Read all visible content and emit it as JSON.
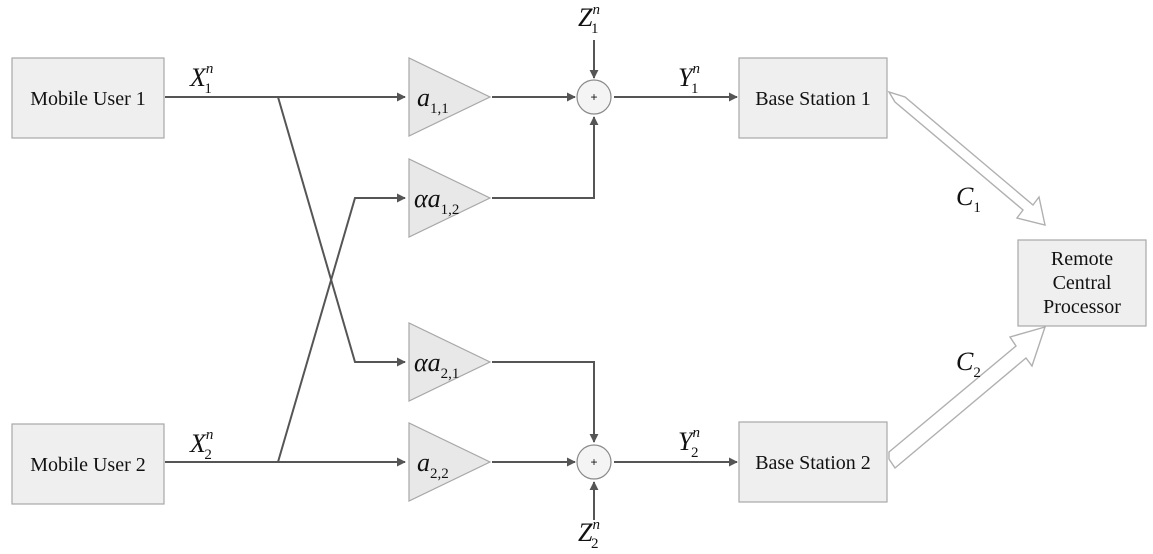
{
  "mobile_users": [
    {
      "label": "Mobile User 1"
    },
    {
      "label": "Mobile User 2"
    }
  ],
  "base_stations": [
    {
      "label": "Base Station 1"
    },
    {
      "label": "Base Station 2"
    }
  ],
  "processor": {
    "lines": [
      "Remote",
      "Central",
      "Processor"
    ]
  },
  "inputs": [
    {
      "sym": "X",
      "sub": "1",
      "sup": "n"
    },
    {
      "sym": "X",
      "sub": "2",
      "sup": "n"
    }
  ],
  "outputs": [
    {
      "sym": "Y",
      "sub": "1",
      "sup": "n"
    },
    {
      "sym": "Y",
      "sub": "2",
      "sup": "n"
    }
  ],
  "noise": [
    {
      "sym": "Z",
      "sub": "1",
      "sup": "n"
    },
    {
      "sym": "Z",
      "sub": "2",
      "sup": "n"
    }
  ],
  "gains": [
    {
      "prefix": "",
      "sym": "a",
      "sub": "1,1"
    },
    {
      "prefix": "α",
      "sym": "a",
      "sub": "1,2"
    },
    {
      "prefix": "α",
      "sym": "a",
      "sub": "2,1"
    },
    {
      "prefix": "",
      "sym": "a",
      "sub": "2,2"
    }
  ],
  "summers": [
    {
      "symbol": "+"
    },
    {
      "symbol": "+"
    }
  ],
  "links": [
    {
      "sym": "C",
      "sub": "1"
    },
    {
      "sym": "C",
      "sub": "2"
    }
  ]
}
